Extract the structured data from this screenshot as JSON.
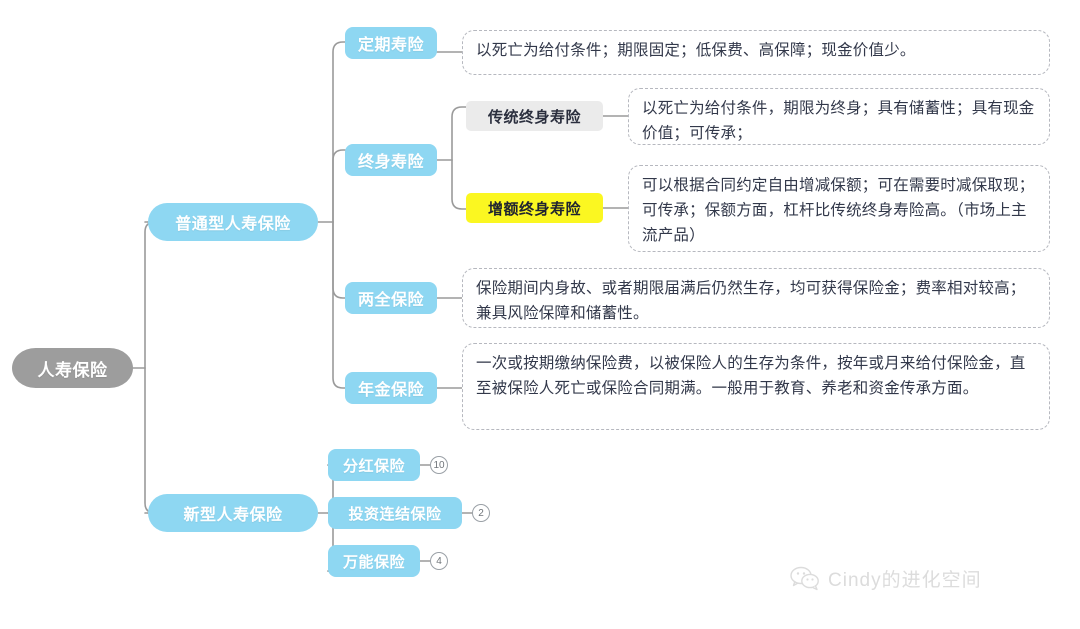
{
  "root": {
    "label": "人寿保险"
  },
  "branches": [
    {
      "label": "普通型人寿保险",
      "children": [
        {
          "label": "定期寿险",
          "desc": "以死亡为给付条件；期限固定；低保费、高保障；现金价值少。"
        },
        {
          "label": "终身寿险",
          "subchildren": [
            {
              "label": "传统终身寿险",
              "style": "gray",
              "desc": "以死亡为给付条件，期限为终身；具有储蓄性；具有现金价值；可传承；"
            },
            {
              "label": "增额终身寿险",
              "style": "yellow",
              "desc": "可以根据合同约定自由增减保额；可在需要时减保取现；可传承；保额方面，杠杆比传统终身寿险高。（市场上主流产品）"
            }
          ]
        },
        {
          "label": "两全保险",
          "desc": "保险期间内身故、或者期限届满后仍然生存，均可获得保险金；费率相对较高；兼具风险保障和储蓄性。"
        },
        {
          "label": "年金保险",
          "desc": "一次或按期缴纳保险费，以被保险人的生存为条件，按年或月来给付保险金，直至被保险人死亡或保险合同期满。一般用于教育、养老和资金传承方面。"
        }
      ]
    },
    {
      "label": "新型人寿保险",
      "children": [
        {
          "label": "分红保险",
          "badge": "10"
        },
        {
          "label": "投资连结保险",
          "badge": "2"
        },
        {
          "label": "万能保险",
          "badge": "4"
        }
      ]
    }
  ],
  "watermark": {
    "text": "Cindy的进化空间",
    "icon": "wechat-icon"
  },
  "colors": {
    "root_bg": "#9d9d9d",
    "node_blue": "#8ed7f2",
    "chip_gray": "#ebebeb",
    "chip_yellow": "#fbf721",
    "connector": "#9a9a9a",
    "box_border": "#b6b8bf",
    "text_dark": "#32384a"
  }
}
